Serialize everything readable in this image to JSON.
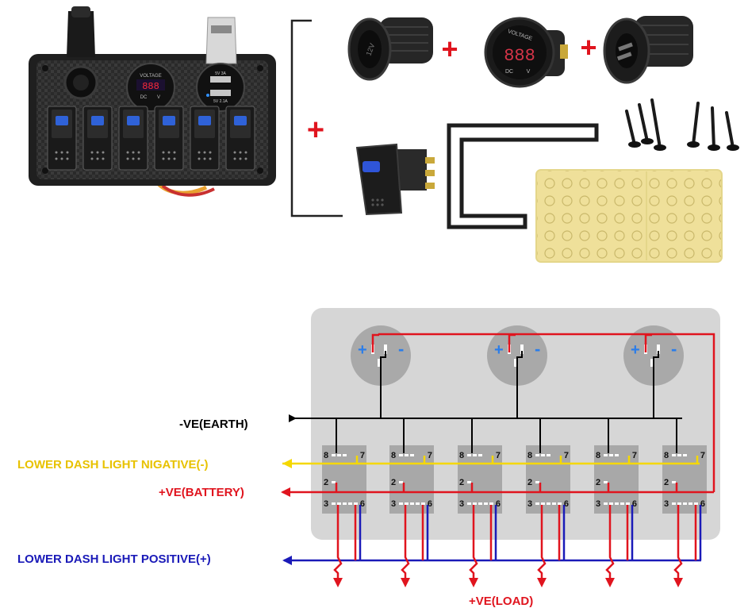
{
  "product": {
    "panel_voltmeter_text": "VOLTAGE",
    "panel_voltmeter_units": [
      "DC",
      "V"
    ],
    "panel_usb_labels": [
      "5V 3A",
      "5V 2.1A"
    ],
    "socket_label": "12V",
    "voltmeter_text": "VOLTAGE",
    "voltmeter_units": [
      "DC",
      "V"
    ],
    "plus_sign": "+"
  },
  "diagram": {
    "earth_label": "-VE(EARTH)",
    "dash_neg_label": "LOWER DASH LIGHT NIGATIVE(-)",
    "battery_label": "+VE(BATTERY)",
    "dash_pos_label": "LOWER DASH LIGHT POSITIVE(+)",
    "load_label": "+VE(LOAD)",
    "terminal_labels": [
      "8",
      "7",
      "2",
      "3",
      "6"
    ],
    "plus_sign": "+",
    "minus_sign": "-",
    "colors": {
      "earth": "#000000",
      "dash_negative": "#f5d800",
      "battery": "#e0141e",
      "dash_positive": "#1a1ab8",
      "panel": "#d6d6d6",
      "switch_body": "#a8a8a8"
    }
  }
}
